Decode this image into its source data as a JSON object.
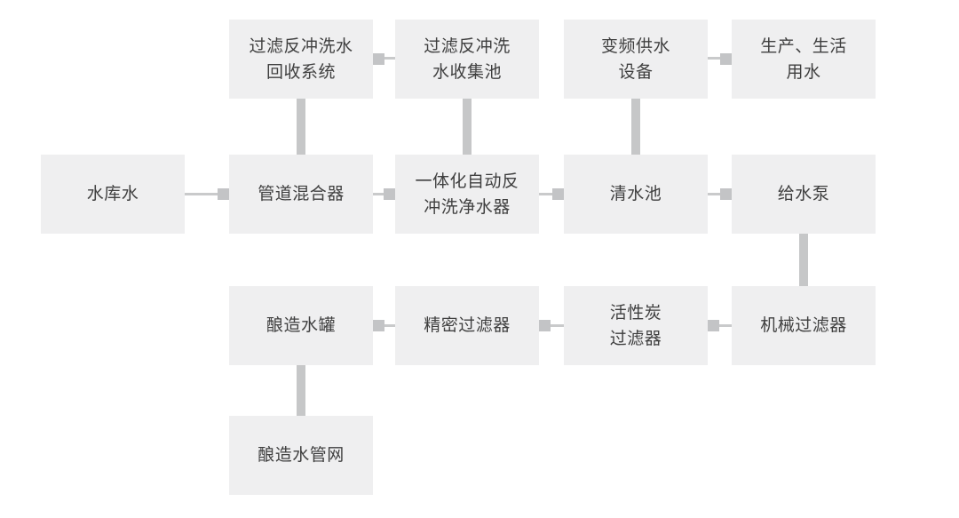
{
  "diagram": {
    "type": "flowchart",
    "background": "#ffffff",
    "colors": {
      "node_fill": "#efeff0",
      "node_text": "#3f3f3f",
      "connector_line": "#c9cacb",
      "connector_arrow_square": "#c3c4c6",
      "connector_vertical_bar": "#c6c7c8"
    },
    "nodes": [
      {
        "id": "backwash-recovery-system",
        "label": "过滤反冲洗水\n回收系统"
      },
      {
        "id": "backwash-collection-pool",
        "label": "过滤反冲洗\n水收集池"
      },
      {
        "id": "vfd-water-supply-equipment",
        "label": "变频供水\n设备"
      },
      {
        "id": "production-domestic-water",
        "label": "生产、生活\n用水"
      },
      {
        "id": "reservoir-water",
        "label": "水库水"
      },
      {
        "id": "pipeline-mixer",
        "label": "管道混合器"
      },
      {
        "id": "integrated-auto-backwash-purifier",
        "label": "一体化自动反\n冲洗净水器"
      },
      {
        "id": "clear-water-pool",
        "label": "清水池"
      },
      {
        "id": "feed-water-pump",
        "label": "给水泵"
      },
      {
        "id": "brewing-water-tank",
        "label": "酿造水罐"
      },
      {
        "id": "precision-filter",
        "label": "精密过滤器"
      },
      {
        "id": "activated-carbon-filter",
        "label": "活性炭\n过滤器"
      },
      {
        "id": "mechanical-filter",
        "label": "机械过滤器"
      },
      {
        "id": "brewing-water-pipe-network",
        "label": "酿造水管网"
      }
    ],
    "edges": [
      {
        "from": "过滤反冲洗水收集池",
        "to": "过滤反冲洗水回收系统",
        "style": "arrow-square-left"
      },
      {
        "from": "变频供水设备",
        "to": "生产、生活用水",
        "style": "arrow-square-right"
      },
      {
        "from": "水库水",
        "to": "管道混合器",
        "style": "arrow-square-right"
      },
      {
        "from": "管道混合器",
        "to": "一体化自动反冲洗净水器",
        "style": "arrow-square-right"
      },
      {
        "from": "一体化自动反冲洗净水器",
        "to": "清水池",
        "style": "arrow-square-right"
      },
      {
        "from": "清水池",
        "to": "给水泵",
        "style": "arrow-square-right"
      },
      {
        "from": "精密过滤器",
        "to": "酿造水罐",
        "style": "arrow-square-left"
      },
      {
        "from": "活性炭过滤器",
        "to": "精密过滤器",
        "style": "arrow-square-left"
      },
      {
        "from": "机械过滤器",
        "to": "活性炭过滤器",
        "style": "arrow-square-left"
      },
      {
        "from": "管道混合器",
        "to": "过滤反冲洗水回收系统",
        "style": "thick-vertical-bar"
      },
      {
        "from": "一体化自动反冲洗净水器",
        "to": "过滤反冲洗水收集池",
        "style": "thick-vertical-bar"
      },
      {
        "from": "清水池",
        "to": "变频供水设备",
        "style": "thick-vertical-bar"
      },
      {
        "from": "给水泵",
        "to": "机械过滤器",
        "style": "thick-vertical-bar"
      },
      {
        "from": "酿造水罐",
        "to": "酿造水管网",
        "style": "thick-vertical-bar"
      }
    ]
  }
}
